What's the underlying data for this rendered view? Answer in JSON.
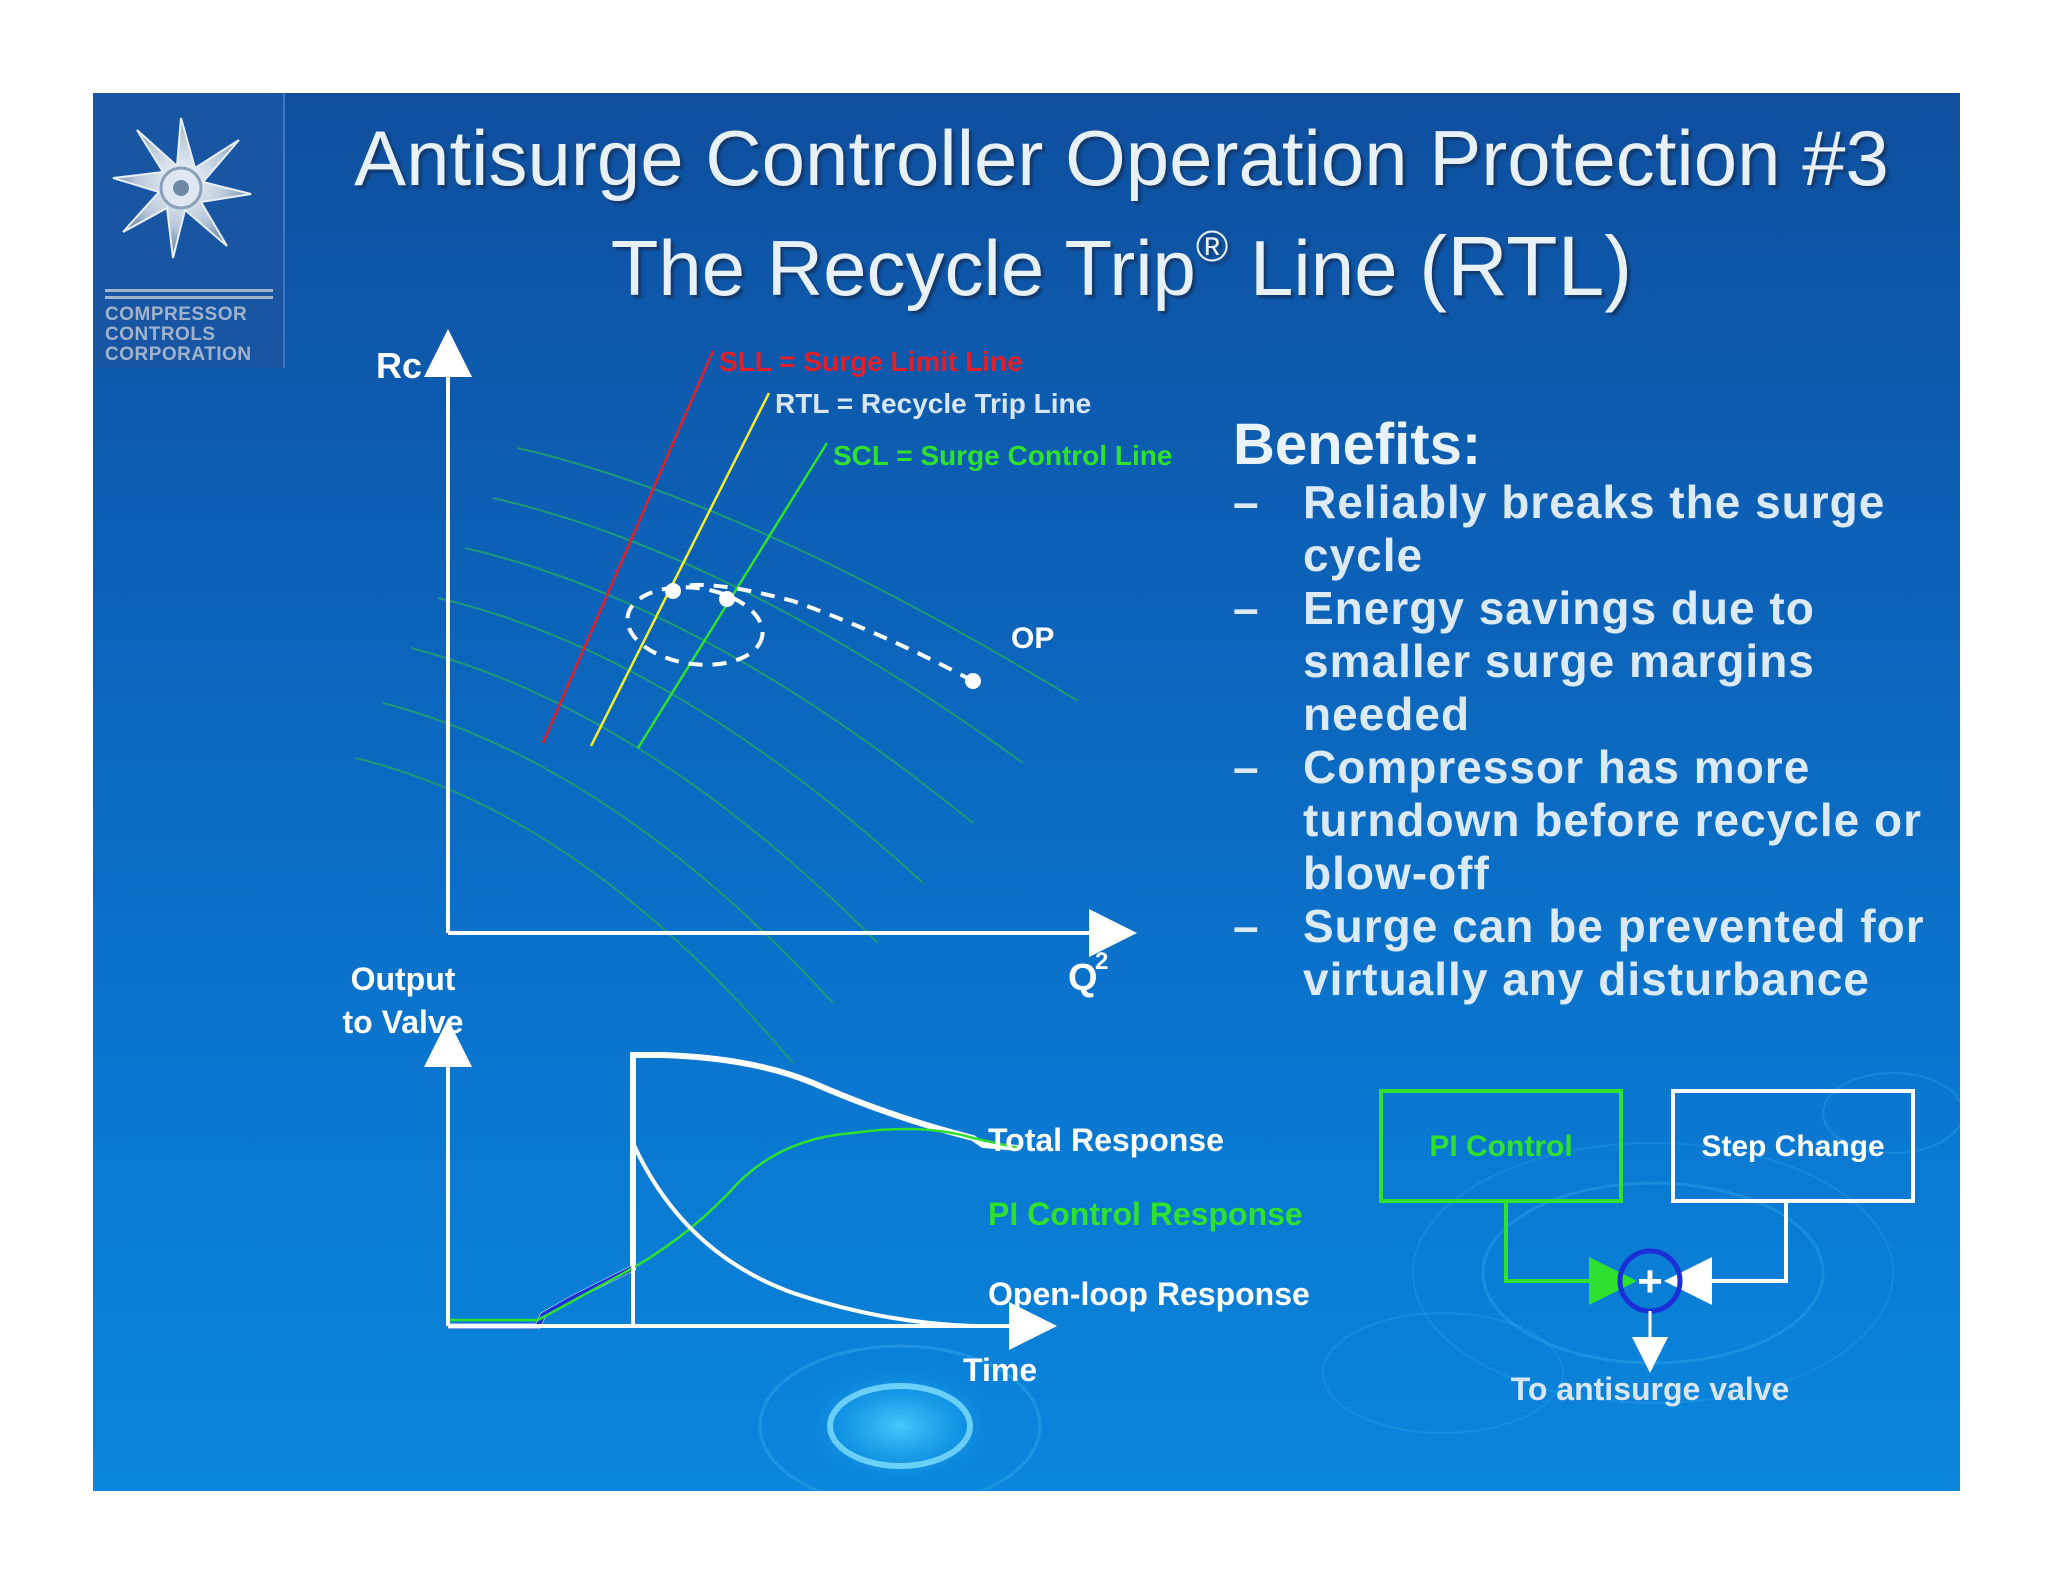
{
  "logo": {
    "lines": [
      "COMPRESSOR",
      "CONTROLS",
      "CORPORATION"
    ]
  },
  "title": {
    "line1": "Antisurge Controller Operation Protection #3",
    "line2_a": "The Recycle Trip",
    "line2_sup": "®",
    "line2_b": " Line ",
    "line2_c": "(RTL)"
  },
  "map": {
    "y_label": "Rc",
    "x_label": "Q",
    "x_label_sup": "2",
    "sll_label": "SLL = Surge Limit Line",
    "rtl_label": "RTL = Recycle Trip Line",
    "scl_label": "SCL = Surge Control Line",
    "op_label": "OP"
  },
  "response": {
    "y_label_1": "Output",
    "y_label_2": "to Valve",
    "x_label": "Time",
    "total_label": "Total Response",
    "pi_label": "PI Control Response",
    "open_loop_label": "Open-loop Response"
  },
  "benefits": {
    "heading": "Benefits:",
    "dash": "–",
    "items": [
      "Reliably breaks the surge cycle",
      "Energy savings due to smaller surge margins needed",
      "Compressor has more turndown before recycle or blow-off",
      "Surge can be prevented for virtually any disturbance"
    ]
  },
  "block": {
    "pi": "PI Control",
    "step": "Step Change",
    "sum": "+",
    "output": "To antisurge valve"
  },
  "colors": {
    "sll": "#e0202a",
    "rtl": "#f2ee30",
    "scl": "#2fe02f",
    "curve": "#1f9a78",
    "sum_circle": "#1b2fd8"
  }
}
